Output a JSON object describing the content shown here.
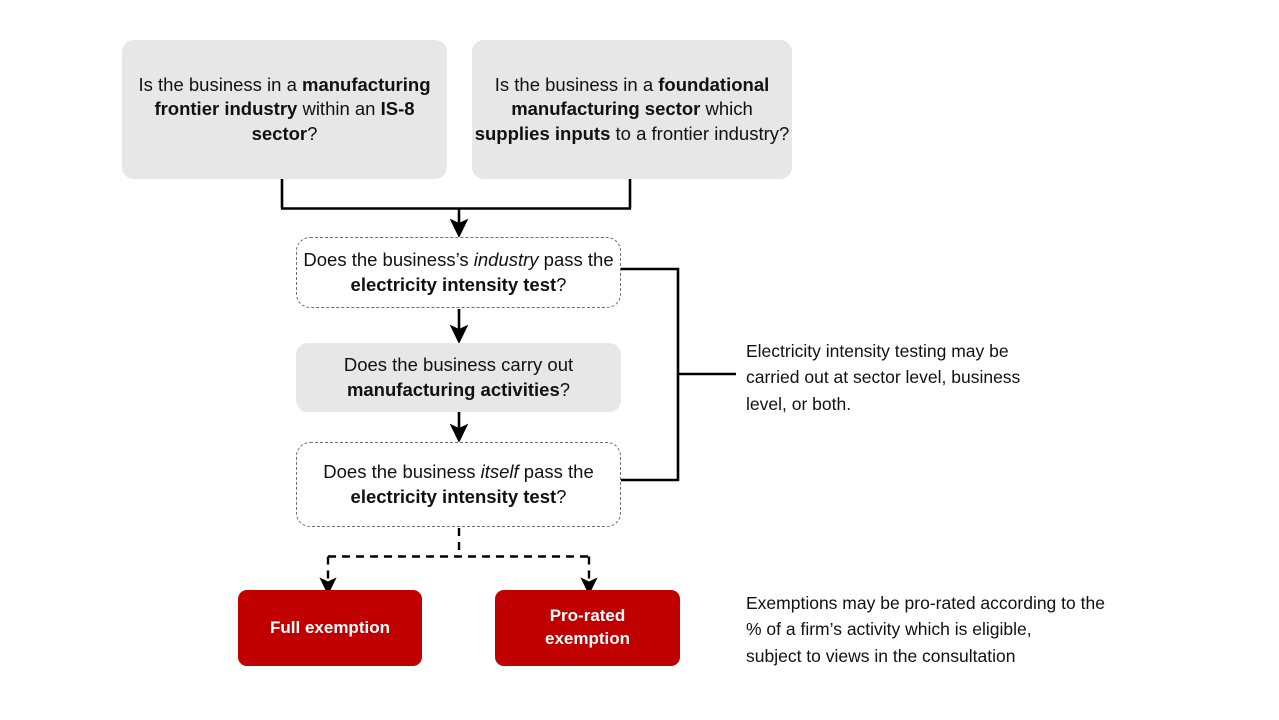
{
  "diagram": {
    "title": "Electricity intensity exemption eligibility flowchart",
    "colors": {
      "box_fill_grey": "#e7e7e7",
      "box_fill_red": "#c00000",
      "text_dark": "#111111",
      "text_light": "#ffffff",
      "connector": "#000000",
      "dashed_border": "#6e6e6e"
    },
    "nodes": {
      "frontier_question": {
        "id": "frontier-question",
        "style": "grey-rounded",
        "text_plain": "Is the business in a manufacturing frontier industry within an IS-8 sector?",
        "text_html": "Is the business in a <b>manufacturing frontier industry</b> within an <b>IS-8 sector</b>?"
      },
      "foundational_question": {
        "id": "foundational-question",
        "style": "grey-rounded",
        "text_plain": "Is the business in a foundational manufacturing sector which supplies inputs to a frontier industry?",
        "text_html": "Is the business in a <b>foundational manufacturing sector</b> which <b>supplies inputs</b> to a frontier industry?"
      },
      "industry_test": {
        "id": "industry-electricity-intensity-test",
        "style": "dashed-rounded",
        "text_plain": "Does the business's industry pass the electricity intensity test?",
        "text_html": "Does the business’s <i>industry</i> pass the <b>electricity intensity test</b>?"
      },
      "manufacturing_activities": {
        "id": "manufacturing-activities-question",
        "style": "grey-rounded",
        "text_plain": "Does the business carry out manufacturing activities?",
        "text_html": "Does the business carry out <b>manufacturing activities</b>?"
      },
      "business_test": {
        "id": "business-electricity-intensity-test",
        "style": "dashed-rounded",
        "text_plain": "Does the business itself pass the electricity intensity test?",
        "text_html": "Does the business <i>itself</i> pass the <b>electricity intensity test</b>?"
      },
      "full_exemption": {
        "id": "full-exemption-outcome",
        "style": "red-rounded",
        "text_plain": "Full exemption",
        "text_html": "Full exemption"
      },
      "prorated_exemption": {
        "id": "pro-rated-exemption-outcome",
        "style": "red-rounded",
        "text_plain": "Pro-rated exemption",
        "text_html": "Pro-rated<br>exemption"
      }
    },
    "annotations": {
      "intensity_testing_note": {
        "id": "electricity-intensity-testing-note",
        "text_plain": "Electricity intensity testing may be carried out at sector level, business level, or both.",
        "text_html": "Electricity intensity testing may be<br>carried out at sector level, business<br>level, or both."
      },
      "pro_rating_note": {
        "id": "pro-rating-note",
        "text_plain": "Exemptions may be pro-rated according to the % of a firm's activity which is eligible, subject to views in the consultation",
        "text_html": "Exemptions may be pro-rated according to the<br>% of a firm’s activity which is eligible,<br>subject to views in the consultation"
      }
    },
    "connectors": [
      {
        "id": "frontier-to-merge",
        "style": "solid",
        "arrow": false
      },
      {
        "id": "foundational-to-merge",
        "style": "solid",
        "arrow": false
      },
      {
        "id": "merge-to-industry-test",
        "style": "solid",
        "arrow": true
      },
      {
        "id": "industry-test-to-manufacturing-activities",
        "style": "solid",
        "arrow": true
      },
      {
        "id": "manufacturing-activities-to-business-test",
        "style": "solid",
        "arrow": true
      },
      {
        "id": "tests-bracket-to-note",
        "style": "solid",
        "arrow": false
      },
      {
        "id": "business-test-to-full-exemption",
        "style": "dashed",
        "arrow": true
      },
      {
        "id": "business-test-to-pro-rated-exemption",
        "style": "dashed",
        "arrow": true
      }
    ]
  }
}
